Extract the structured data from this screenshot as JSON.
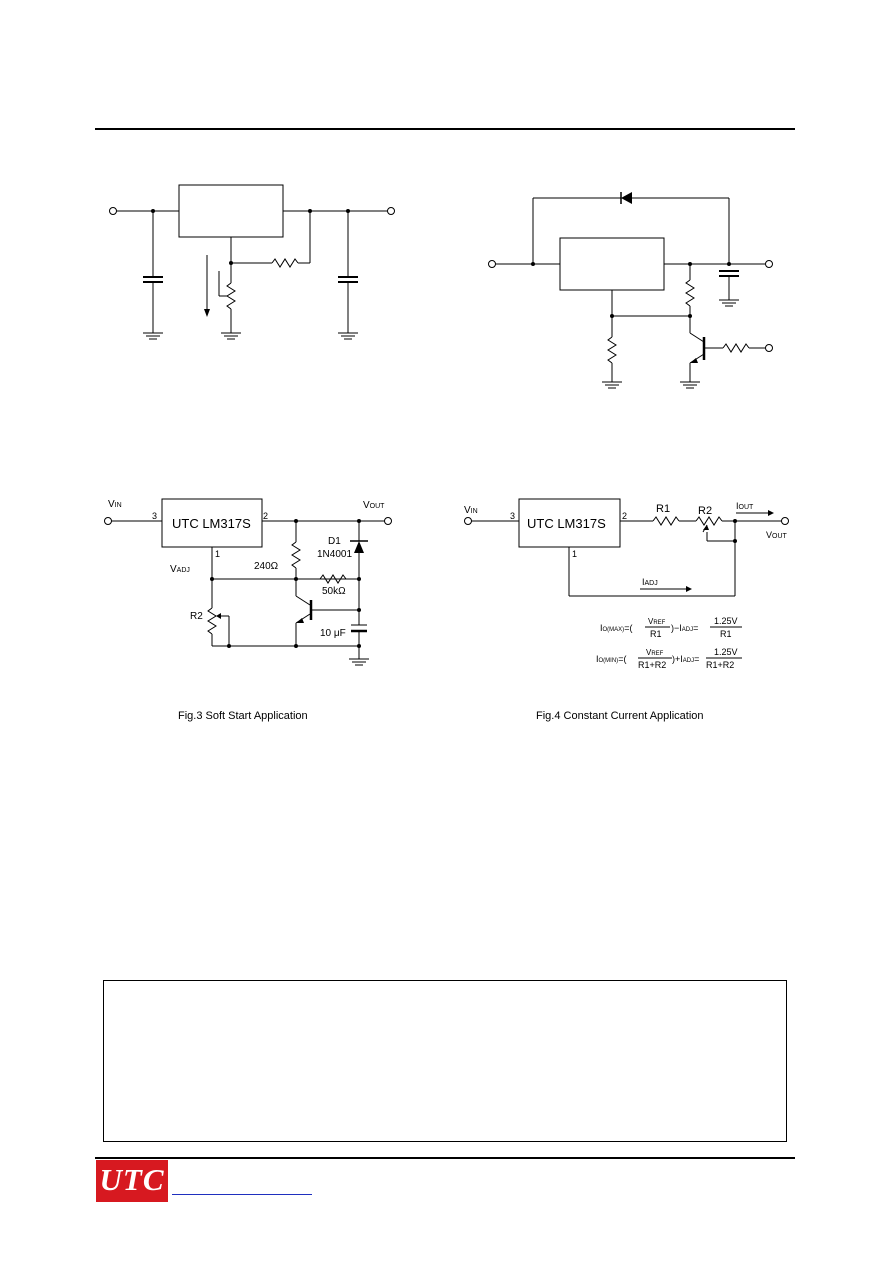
{
  "colors": {
    "logo_bg": "#d71920",
    "link_underline": "#1f2fbf",
    "line": "#000000"
  },
  "fig3": {
    "ic_label": "UTC LM317S",
    "pin_in": "3",
    "pin_out": "2",
    "pin_adj": "1",
    "vin_main": "V",
    "vin_sub": "IN",
    "vout_main": "V",
    "vout_sub": "OUT",
    "vadj_main": "V",
    "vadj_sub": "ADJ",
    "diode_name": "D1",
    "diode_part": "1N4001",
    "r_fixed": "240Ω",
    "r_slow": "50kΩ",
    "pot": "R2",
    "cap": "10 μF",
    "caption": "Fig.3 Soft Start Application"
  },
  "fig4": {
    "ic_label": "UTC LM317S",
    "pin_in": "3",
    "pin_out": "2",
    "pin_adj": "1",
    "vin_main": "V",
    "vin_sub": "IN",
    "vout_main": "V",
    "vout_sub": "OUT",
    "r1": "R1",
    "r2": "R2",
    "iout_main": "I",
    "iout_sub": "OUT",
    "iadj_main": "I",
    "iadj_sub": "ADJ",
    "eq1_lhs_main": "I",
    "eq1_lhs_sub": "O(MAX)",
    "eq1_vref_main": "V",
    "eq1_vref_sub": "REF",
    "eq1_den": "R1",
    "eq1_num2": "1.25V",
    "eq1_den2": "R1",
    "eq2_lhs_main": "I",
    "eq2_lhs_sub": "O(MIN)",
    "eq2_den": "R1+R2",
    "eq2_num2": "1.25V",
    "eq2_den2": "R1+R2",
    "caption": "Fig.4 Constant Current Application"
  },
  "footer": {
    "logo_text": "UTC"
  }
}
